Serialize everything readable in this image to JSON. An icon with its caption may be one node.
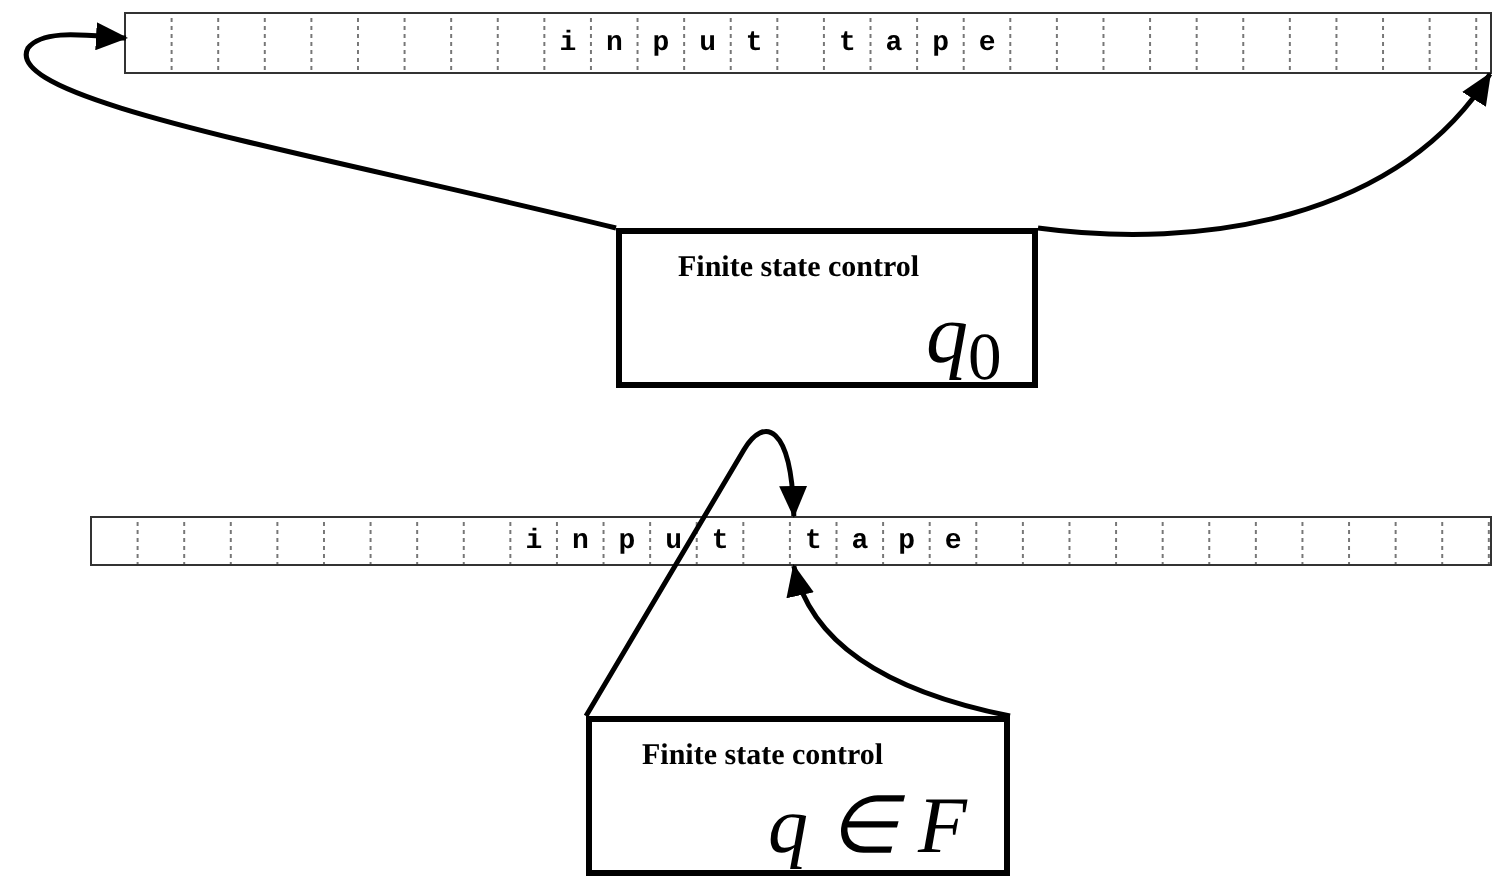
{
  "diagram": {
    "nodes": [
      {
        "text": [
          "input tape"
        ]
      },
      {
        "text": [
          "Finite state control",
          "q$_{0}$"
        ]
      },
      {
        "text": [
          "input tape"
        ]
      },
      {
        "text": [
          "Finite state control",
          "q ∈ F"
        ]
      }
    ],
    "edges": [
      {
        "from": 1,
        "to": 0,
        "arrow": "to"
      },
      {
        "from": 1,
        "to": 0,
        "arrow": "to"
      },
      {
        "from": 3,
        "to": 2,
        "arrow": "to"
      },
      {
        "from": 3,
        "to": 2,
        "arrow": "to"
      }
    ]
  }
}
